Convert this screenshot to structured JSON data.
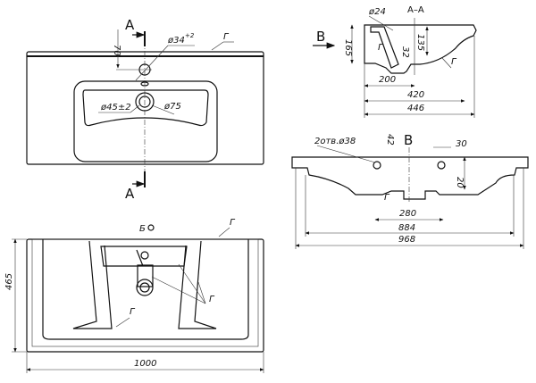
{
  "top_view": {
    "section_mark": "A",
    "dim_70": "70",
    "dia_34": "ø34",
    "tol_34": "+2",
    "leader_g": "Г",
    "dia_45": "ø45±2",
    "dia_75": "ø75"
  },
  "section_view": {
    "title": "A–A",
    "view_mark": "B",
    "dia_24": "ø24",
    "dim_165": "165",
    "dim_135": "135",
    "dim_32": "32",
    "dim_200": "200",
    "dim_420": "420",
    "dim_446": "446",
    "leader_g": "Г"
  },
  "front_view": {
    "view_mark": "B",
    "holes": "2отв.ø38",
    "dim_42": "42",
    "dim_30": "30",
    "dim_20": "20",
    "dim_280": "280",
    "dim_884": "884",
    "dim_968": "968",
    "leader_g": "Г"
  },
  "bottom_view": {
    "view_mark": "Б",
    "dim_465": "465",
    "dim_1000": "1000",
    "leader_g": "Г"
  }
}
